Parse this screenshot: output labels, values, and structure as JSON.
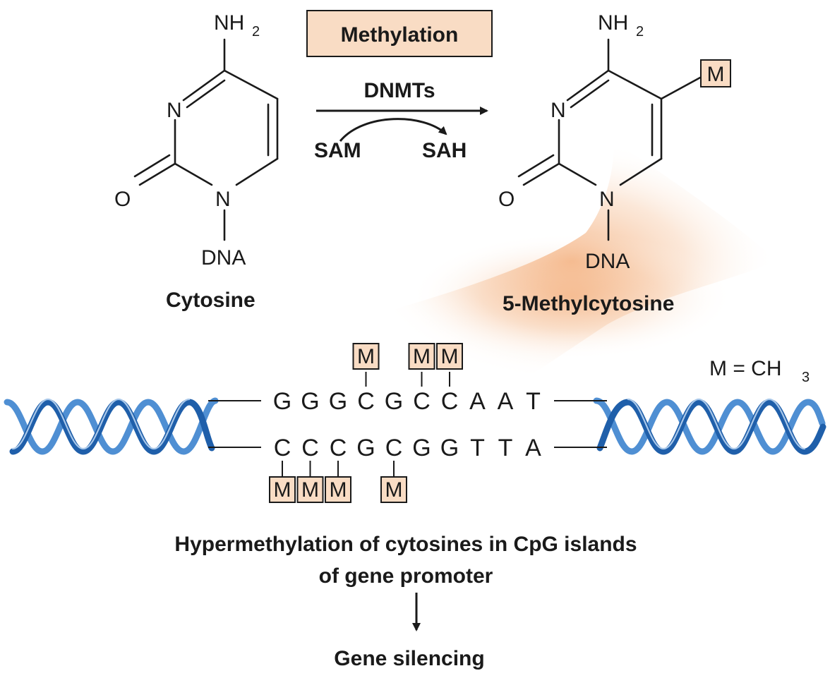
{
  "colors": {
    "accent_box_fill": "#f9dcc4",
    "helix_dark": "#1f5faa",
    "helix_light": "#4f8fd3",
    "glow": "#f2a46b",
    "text": "#1a1a1a"
  },
  "reaction": {
    "title": "Methylation",
    "enzyme": "DNMTs",
    "substrate": "SAM",
    "product": "SAH"
  },
  "cytosine": {
    "amine": "NH",
    "amine_subscript": "2",
    "n3": "N",
    "n1": "N",
    "oxygen": "O",
    "link": "DNA",
    "name": "Cytosine"
  },
  "methylcytosine": {
    "amine": "NH",
    "amine_subscript": "2",
    "n3": "N",
    "n1": "N",
    "oxygen": "O",
    "link": "DNA",
    "methyl_mark": "M",
    "name": "5-Methylcytosine"
  },
  "legend": {
    "text": "M = CH",
    "subscript": "3"
  },
  "dna": {
    "top_strand": [
      "G",
      "G",
      "G",
      "C",
      "G",
      "C",
      "C",
      "A",
      "A",
      "T"
    ],
    "bottom_strand": [
      "C",
      "C",
      "C",
      "G",
      "C",
      "G",
      "G",
      "T",
      "T",
      "A"
    ],
    "top_methylated_positions": [
      3,
      5,
      6
    ],
    "bottom_methylated_positions": [
      0,
      1,
      2,
      4
    ],
    "methyl_mark": "M"
  },
  "caption": {
    "line1": "Hypermethylation of cytosines in CpG islands",
    "line2": "of gene promoter",
    "outcome": "Gene silencing"
  }
}
